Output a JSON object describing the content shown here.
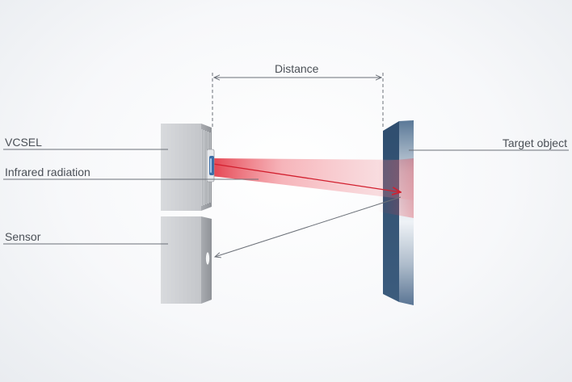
{
  "labels": {
    "distance": "Distance",
    "vcsel": "VCSEL",
    "infrared_radiation": "Infrared radiation",
    "sensor": "Sensor",
    "target_object": "Target object"
  },
  "colors": {
    "label_text": "#4a4f56",
    "leader_line": "#6b7078",
    "beam_red": "#e0303c",
    "target_blue": "#41607f",
    "device_gray": "#c9cbcf"
  }
}
